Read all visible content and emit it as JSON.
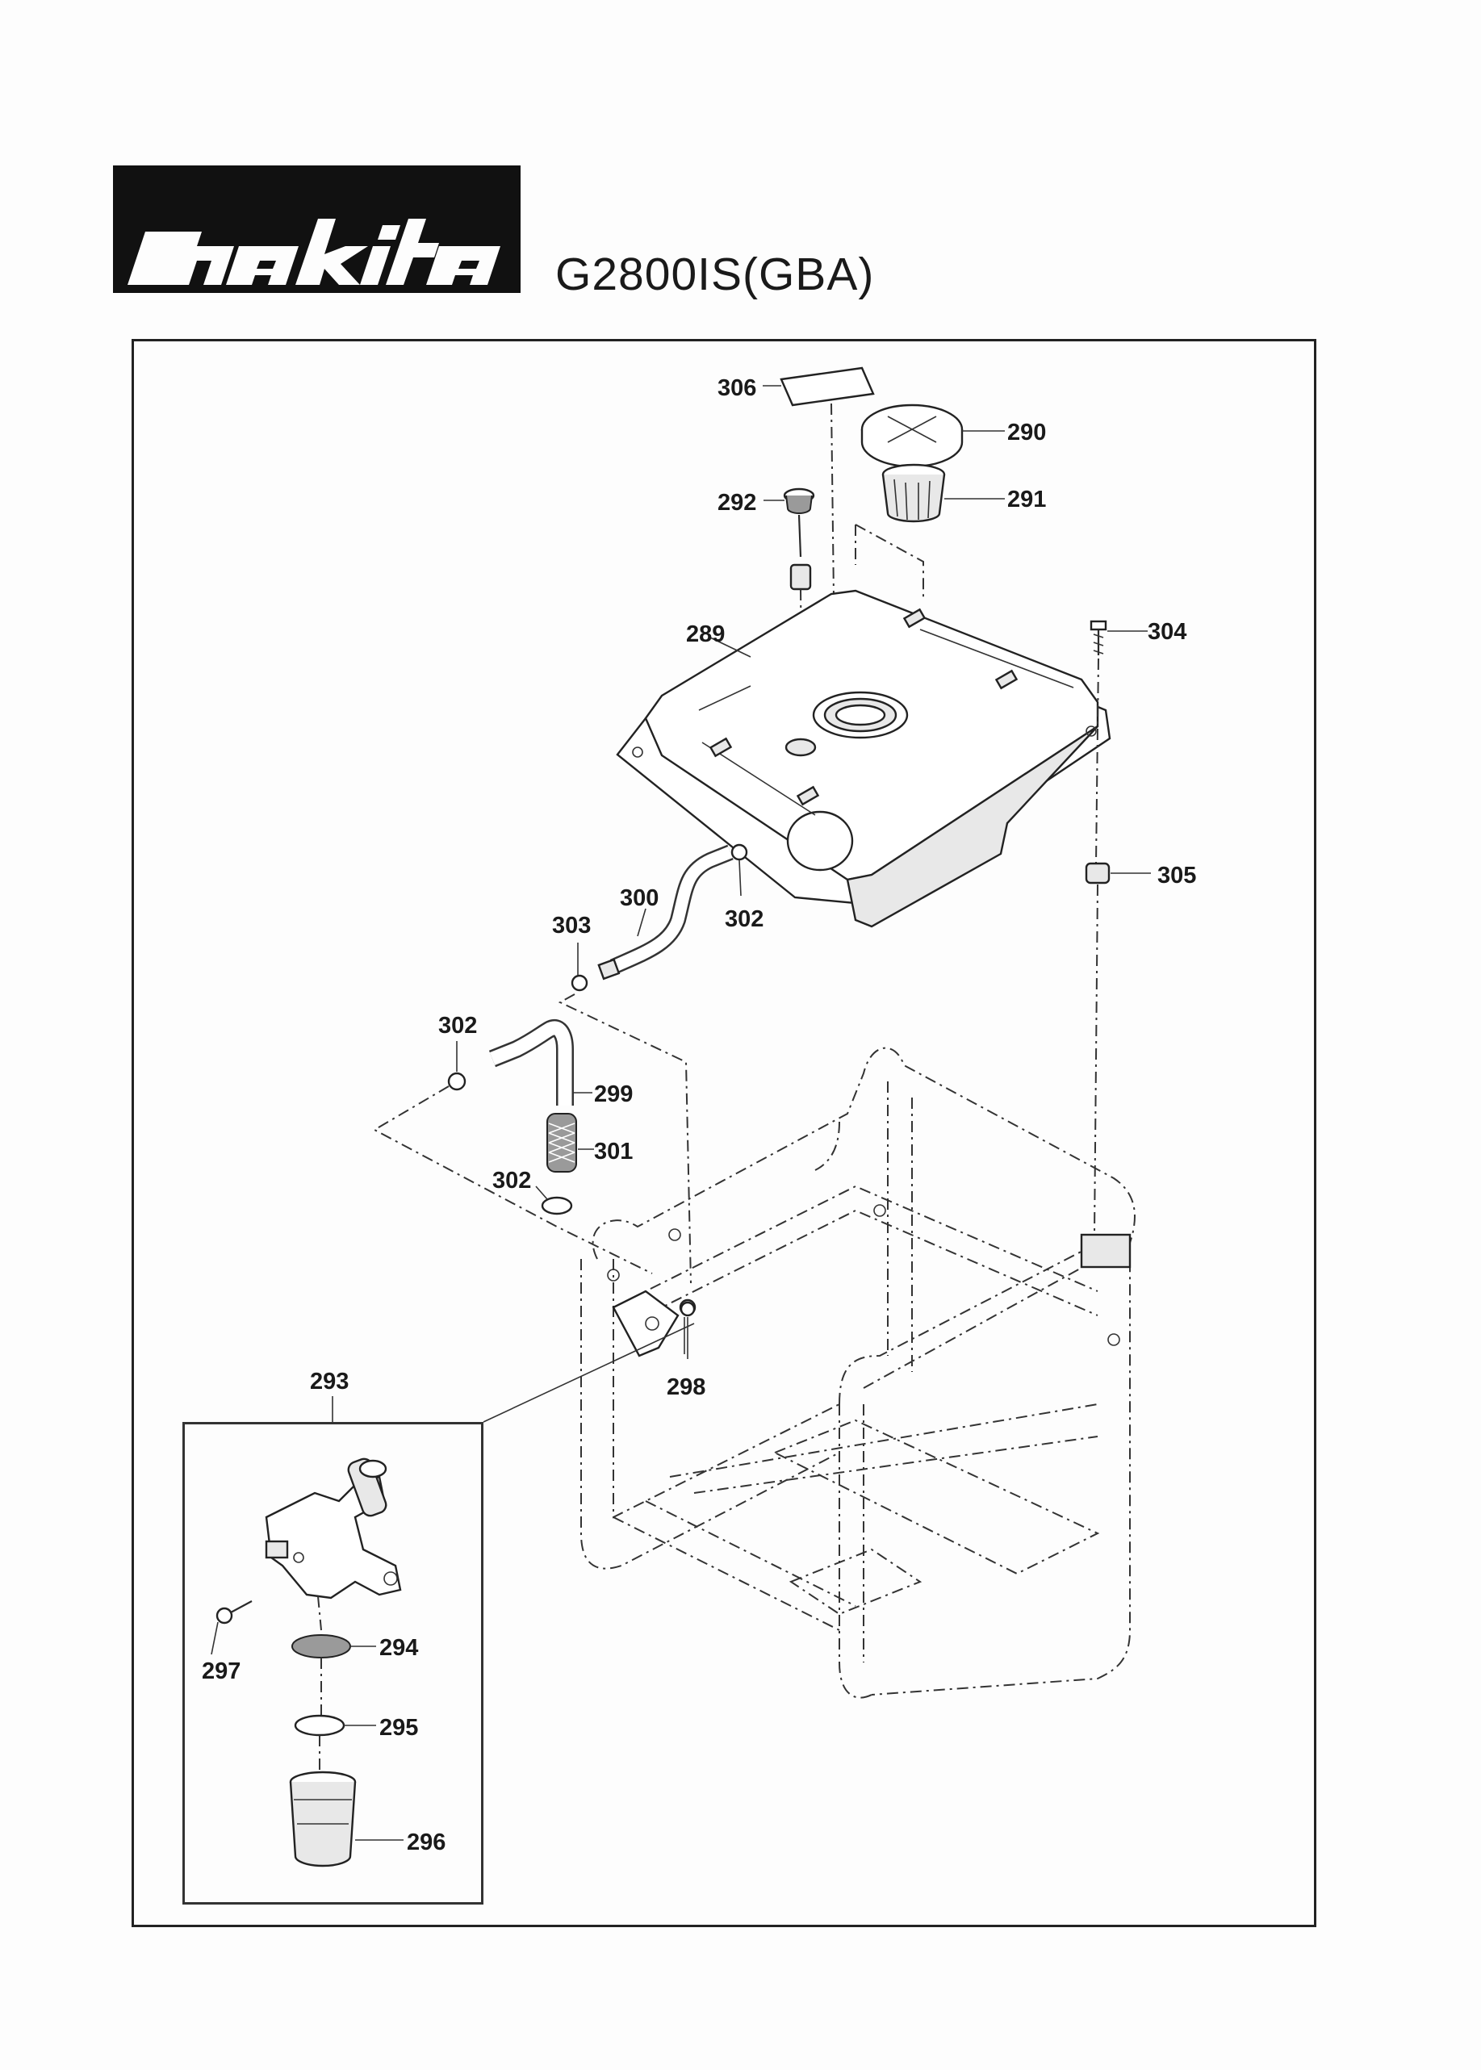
{
  "document": {
    "brand": "makita",
    "model": "G2800IS(GBA)"
  },
  "colors": {
    "ink": "#1a1a1a",
    "background": "#fdfdfd",
    "logo_black": "#111111"
  },
  "parts": {
    "p289": "289",
    "p290": "290",
    "p291": "291",
    "p292": "292",
    "p293": "293",
    "p294": "294",
    "p295": "295",
    "p296": "296",
    "p297": "297",
    "p298": "298",
    "p299": "299",
    "p300": "300",
    "p301": "301",
    "p302a": "302",
    "p302b": "302",
    "p302c": "302",
    "p303": "303",
    "p304": "304",
    "p305": "305",
    "p306": "306"
  }
}
